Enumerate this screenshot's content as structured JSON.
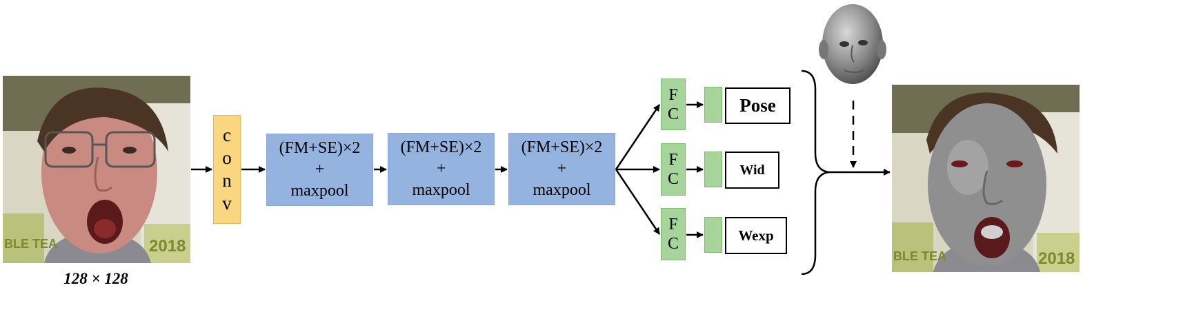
{
  "input": {
    "size_label": "128 × 128"
  },
  "conv": {
    "letters": [
      "c",
      "o",
      "n",
      "v"
    ]
  },
  "blocks": [
    {
      "line1": "(FM+SE)×2",
      "line2": "+",
      "line3": "maxpool"
    },
    {
      "line1": "(FM+SE)×2",
      "line2": "+",
      "line3": "maxpool"
    },
    {
      "line1": "(FM+SE)×2",
      "line2": "+",
      "line3": "maxpool"
    }
  ],
  "fc_layers": [
    {
      "top": "F",
      "bottom": "C"
    },
    {
      "top": "F",
      "bottom": "C"
    },
    {
      "top": "F",
      "bottom": "C"
    }
  ],
  "outputs": {
    "pose": "Pose",
    "wid": "Wid",
    "wexp": "Wexp"
  },
  "colors": {
    "conv": "#fbd681",
    "block": "#95b3df",
    "fc": "#a6d49b",
    "face_skin": "#c98a82",
    "mesh_gray": "#8f8f8f"
  }
}
